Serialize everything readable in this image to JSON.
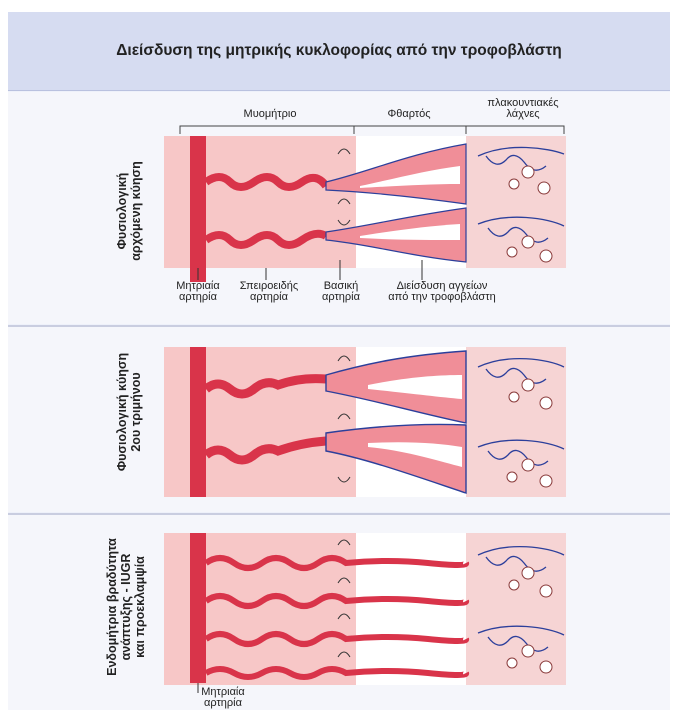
{
  "title": "Διείσδυση της μητρικής κυκλοφορίας από την τροφοβλάστη",
  "sections": {
    "myometrium": "Μυομήτριο",
    "decidua": "Φθαρτός",
    "villi_line1": "πλακουντιακές",
    "villi_line2": "λάχνες"
  },
  "rows": [
    {
      "line1": "Φυσιολογική",
      "line2": "αρχόμενη κύηση"
    },
    {
      "line1": "Φυσιολογική κύηση",
      "line2": "2ου τριμήνου"
    },
    {
      "line1": "Ενδομήτρια βραδύτητα",
      "line2": "ανάπτυξης - IUGR",
      "line3": "και προεκλαμψία"
    }
  ],
  "annotations": {
    "uterine_artery_1": "Μητριαία",
    "uterine_artery_2": "αρτηρία",
    "spiral_artery_1": "Σπειροειδής",
    "spiral_artery_2": "αρτηρία",
    "basal_artery_1": "Βασική",
    "basal_artery_2": "αρτηρία",
    "invasion_1": "Διείσδυση αγγείων",
    "invasion_2": "από την τροφοβλάστη",
    "bottom_uterine_1": "Μητριαία",
    "bottom_uterine_2": "αρτηρία"
  },
  "colors": {
    "artery": "#d9344a",
    "tissue": "#f7c7c7",
    "decidua": "#ffffff",
    "villi_bg": "#f6d4d4",
    "vein": "#2c3f9b"
  }
}
